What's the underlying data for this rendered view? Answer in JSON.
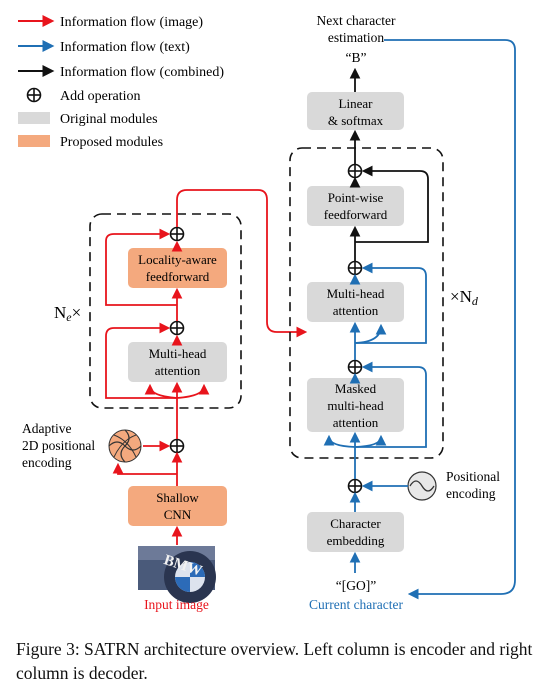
{
  "legend": {
    "flow_image": "Information flow (image)",
    "flow_text": "Information flow (text)",
    "flow_combined": "Information flow (combined)",
    "add_operation": "Add operation",
    "original_modules": "Original modules",
    "proposed_modules": "Proposed modules"
  },
  "encoder": {
    "repeat_label": "N",
    "repeat_subscript": "e",
    "repeat_times": "×",
    "locality_line1": "Locality-aware",
    "locality_line2": "feedforward",
    "mha_line1": "Multi-head",
    "mha_line2": "attention",
    "adaptive_line1": "Adaptive",
    "adaptive_line2": "2D positional",
    "adaptive_line3": "encoding",
    "cnn_line1": "Shallow",
    "cnn_line2": "CNN",
    "input_label": "Input image",
    "input_image_text": "BMW"
  },
  "decoder": {
    "next_line1": "Next character",
    "next_line2": "estimation",
    "output_char": "“B”",
    "linear_line1": "Linear",
    "linear_line2": "& softmax",
    "pw_line1": "Point-wise",
    "pw_line2": "feedforward",
    "mha_line1": "Multi-head",
    "mha_line2": "attention",
    "masked_line1": "Masked",
    "masked_line2": "multi-head",
    "masked_line3": "attention",
    "repeat_times": "×",
    "repeat_label": "N",
    "repeat_subscript": "d",
    "pos_line1": "Positional",
    "pos_line2": "encoding",
    "emb_line1": "Character",
    "emb_line2": "embedding",
    "go_token": "“[GO]”",
    "current_label": "Current character"
  },
  "caption": "Figure 3: SATRN architecture overview. Left column is encoder and right column is decoder.",
  "colors": {
    "image_flow": "#e8141c",
    "text_flow": "#1f6fb4",
    "combined_flow": "#111111",
    "original_module": "#d9d9d9",
    "proposed_module": "#f4a97e",
    "positional_fill": "#f4a97e"
  }
}
